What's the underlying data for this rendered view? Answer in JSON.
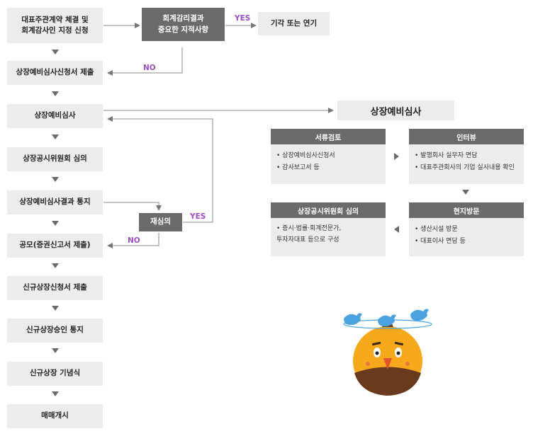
{
  "flow_steps": [
    {
      "id": "designation",
      "text": "대표주관계약 체결 및\n회계감사인 지정 신청"
    },
    {
      "id": "prelim-application",
      "text": "상장예비심사신청서 제출"
    },
    {
      "id": "prelim-review",
      "text": "상장예비심사"
    },
    {
      "id": "committee-review",
      "text": "상장공시위원회 심의"
    },
    {
      "id": "result-notice",
      "text": "상장예비심사결과 통지"
    },
    {
      "id": "public-offering",
      "text": "공모(증권신고서 제출)"
    },
    {
      "id": "new-listing-application",
      "text": "신규상장신청서 제출"
    },
    {
      "id": "approval-notice",
      "text": "신규상장승인 통지"
    },
    {
      "id": "ceremony",
      "text": "신규상장 기념식"
    },
    {
      "id": "trading-start",
      "text": "매매개시"
    }
  ],
  "decision_audit": {
    "text": "회계감리결과\n중요한 지적사항"
  },
  "outcome_rejected": {
    "text": "기각 또는 연기"
  },
  "decision_rereview": {
    "text": "재심의"
  },
  "labels": {
    "yes": "YES",
    "no": "NO"
  },
  "detail": {
    "title": "상장예비심사",
    "cards": [
      {
        "id": "document-review",
        "title": "서류검토",
        "items": [
          "상장예비심사신청서",
          "감사보고서 등"
        ]
      },
      {
        "id": "interview",
        "title": "인터뷰",
        "items": [
          "발행회사 실무자 면담",
          "대표주관회사의 기업 실사내용 확인"
        ]
      },
      {
        "id": "site-visit",
        "title": "현지방문",
        "items": [
          "생산시설 방문",
          "대표이사 면담 등"
        ]
      },
      {
        "id": "committee",
        "title": "상장공시위원회 심의",
        "items": [
          "증시·법률·회계전문가,\n투자자대표 등으로 구성"
        ]
      }
    ]
  },
  "colors": {
    "box": "#ececec",
    "dark": "#6b6b6b",
    "label": "#9c4fc4",
    "bird": "#4aa3df",
    "face": "#f7a81b"
  }
}
